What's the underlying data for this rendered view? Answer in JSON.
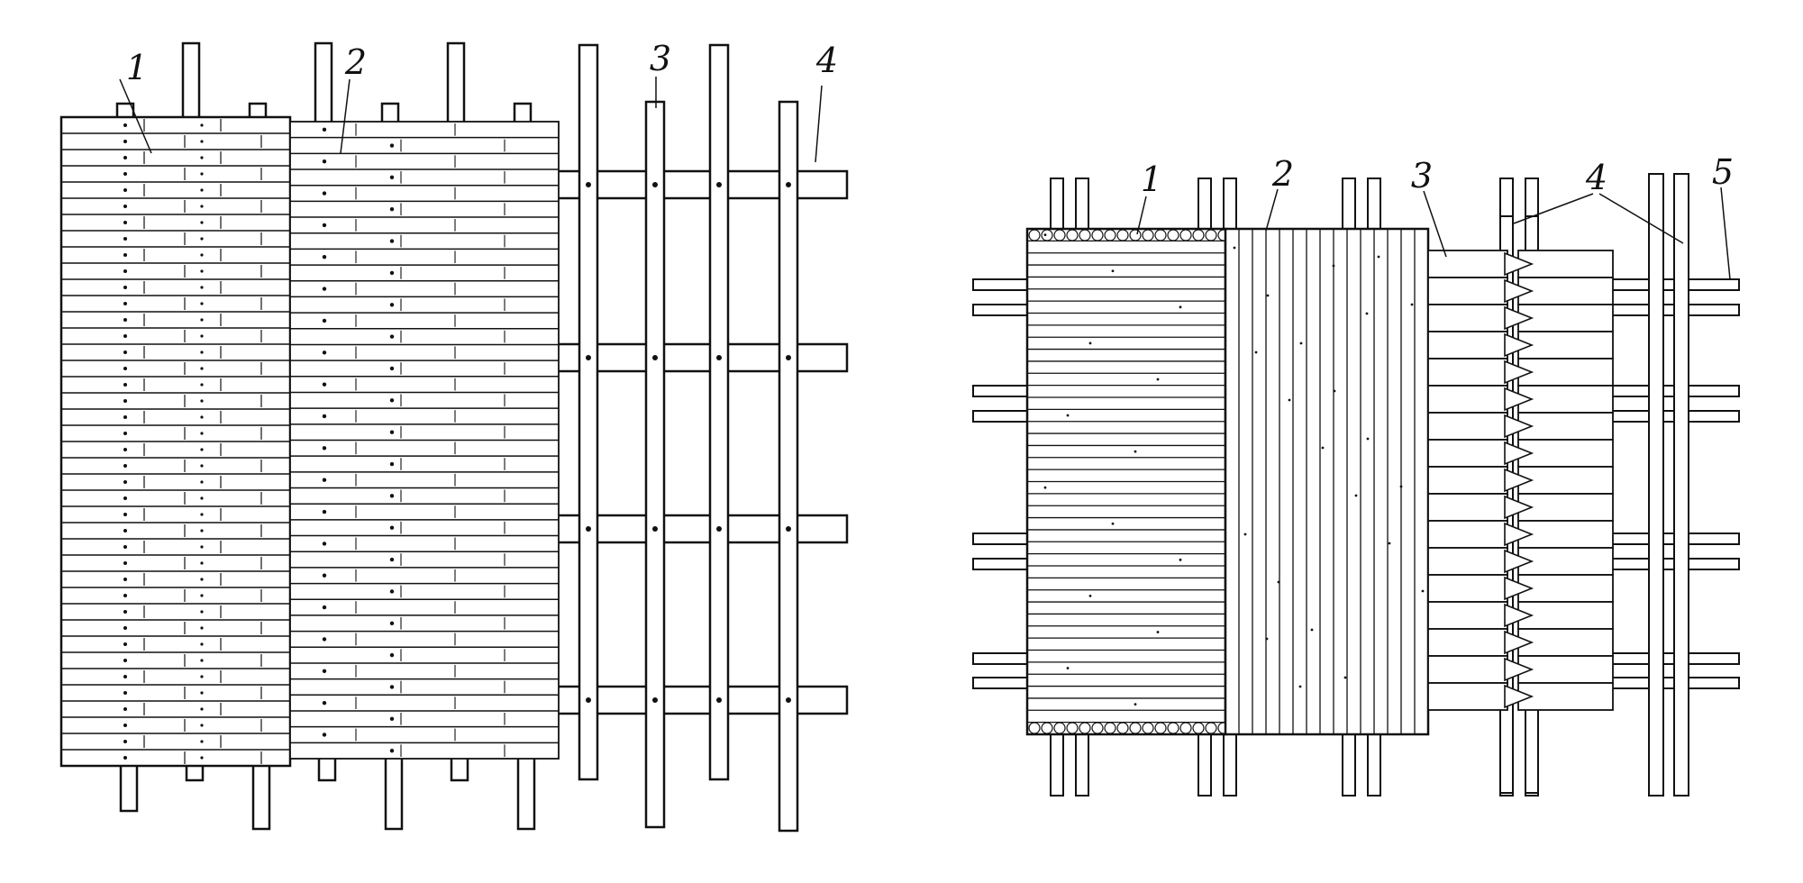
{
  "figure_left": {
    "callouts": [
      "1",
      "2",
      "3",
      "4"
    ]
  },
  "figure_right": {
    "callouts": [
      "1",
      "2",
      "3",
      "4",
      "5"
    ]
  },
  "colors": {
    "ink": "#111111",
    "paper": "#ffffff"
  }
}
